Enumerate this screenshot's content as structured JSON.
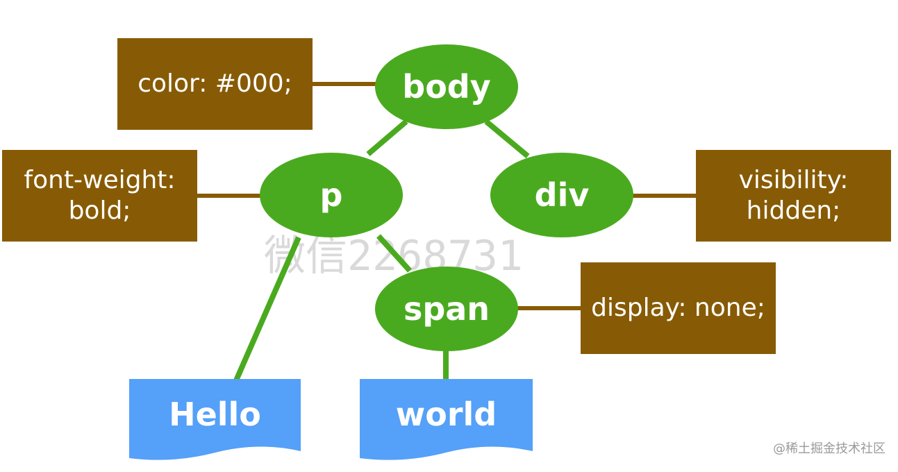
{
  "diagram": {
    "nodes": {
      "body": "body",
      "p": "p",
      "div": "div",
      "span": "span"
    },
    "rules": {
      "body": "color: #000;",
      "p": "font-weight:\nbold;",
      "div": "visibility:\nhidden;",
      "span": "display: none;"
    },
    "text_nodes": {
      "hello": "Hello",
      "world": "world"
    }
  },
  "colors": {
    "node_fill": "#4aaa1f",
    "edge": "#4aaa1f",
    "rule_fill": "#875b05",
    "rule_connector": "#875b05",
    "text_node_fill": "#55a0f8"
  },
  "watermark": {
    "text": "微信2268731",
    "credit": "@稀土掘金技术社区"
  }
}
